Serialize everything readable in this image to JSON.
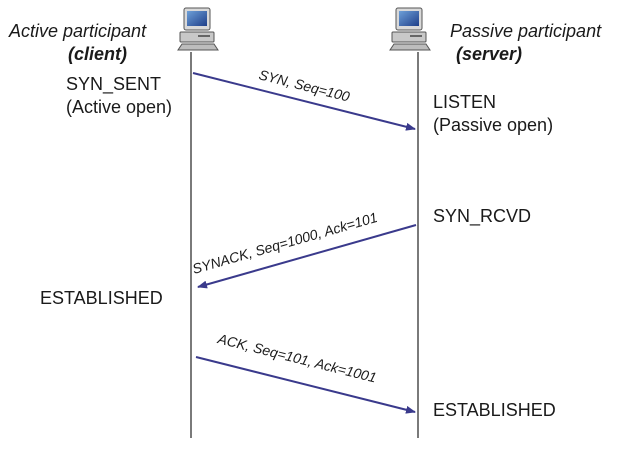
{
  "client": {
    "role_line1": "Active participant",
    "role_line2": "(client)",
    "icon": "computer-icon",
    "states": {
      "syn_sent": "SYN_SENT",
      "active_open": "(Active open)",
      "established": "ESTABLISHED"
    }
  },
  "server": {
    "role_line1": "Passive participant",
    "role_line2": "(server)",
    "icon": "computer-icon",
    "states": {
      "listen": "LISTEN",
      "passive_open": "(Passive open)",
      "syn_rcvd": "SYN_RCVD",
      "established": "ESTABLISHED"
    }
  },
  "messages": {
    "syn": "SYN, Seq=100",
    "synack": "SYNACK, Seq=1000, Ack=101",
    "ack": "ACK, Seq=101, Ack=1001"
  },
  "colors": {
    "arrow": "#3a3a8c",
    "lifeline": "#333333"
  }
}
